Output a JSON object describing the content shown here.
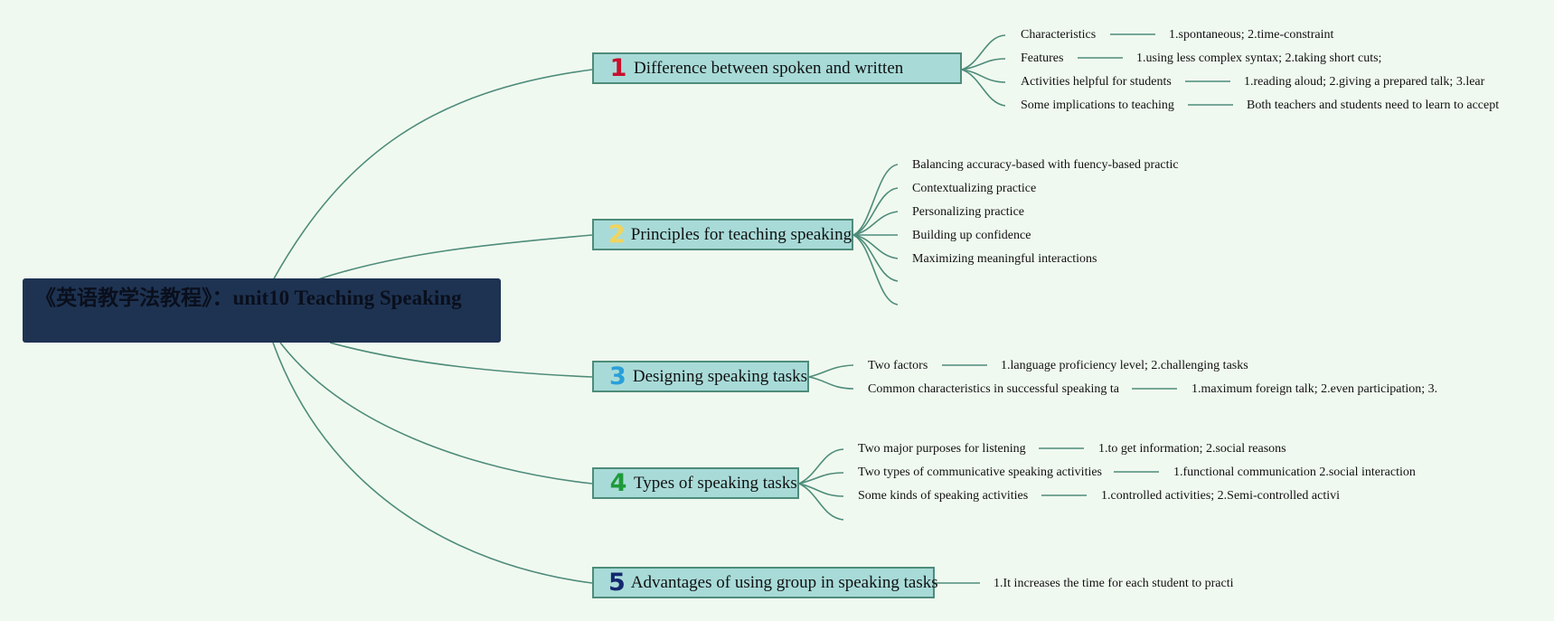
{
  "colors": {
    "background": "#f0f9f0",
    "root_fill": "#1e3352",
    "topic_fill": "#a8dbd8",
    "topic_border": "#4e8c7a",
    "connector": "#4e8c7a"
  },
  "root": {
    "title": "《英语教学法教程》：unit10 Teaching Speaking"
  },
  "topics": [
    {
      "number": "1",
      "number_color": "#c8102e",
      "label": "Difference between spoken and written",
      "subtopics": [
        {
          "label": "Characteristics",
          "detail": "1.spontaneous; 2.time-constraint"
        },
        {
          "label": "Features",
          "detail": "1.using less complex syntax; 2.taking short cuts;"
        },
        {
          "label": "Activities helpful for students",
          "detail": "1.reading aloud; 2.giving a prepared talk; 3.lear"
        },
        {
          "label": "Some implications to teaching",
          "detail": "Both teachers and students need to learn to accept"
        }
      ]
    },
    {
      "number": "2",
      "number_color": "#f2d45c",
      "label": "Principles for teaching speaking",
      "subtopics": [
        {
          "label": "Balancing accuracy-based with fuency-based practic"
        },
        {
          "label": "Contextualizing practice"
        },
        {
          "label": "Personalizing practice"
        },
        {
          "label": "Building up confidence"
        },
        {
          "label": "Maximizing meaningful interactions"
        },
        {
          "label": ""
        },
        {
          "label": ""
        }
      ]
    },
    {
      "number": "3",
      "number_color": "#2a9fd8",
      "label": "Designing speaking tasks",
      "subtopics": [
        {
          "label": "Two factors",
          "detail": "1.language proficiency level; 2.challenging tasks"
        },
        {
          "label": "Common characteristics in successful speaking ta",
          "detail": "1.maximum foreign talk; 2.even participation; 3."
        }
      ]
    },
    {
      "number": "4",
      "number_color": "#1f9a3a",
      "label": "Types of speaking tasks",
      "subtopics": [
        {
          "label": "Two major purposes for listening",
          "detail": "1.to get information; 2.social reasons"
        },
        {
          "label": "Two types of communicative speaking activities",
          "detail": "1.functional communication 2.social interaction"
        },
        {
          "label": "Some kinds of speaking activities",
          "detail": "1.controlled activities; 2.Semi-controlled activi"
        },
        {
          "label": ""
        }
      ]
    },
    {
      "number": "5",
      "number_color": "#14286e",
      "label": "Advantages of using group in speaking tasks",
      "detail": "1.It increases the time for each student to practi"
    }
  ]
}
